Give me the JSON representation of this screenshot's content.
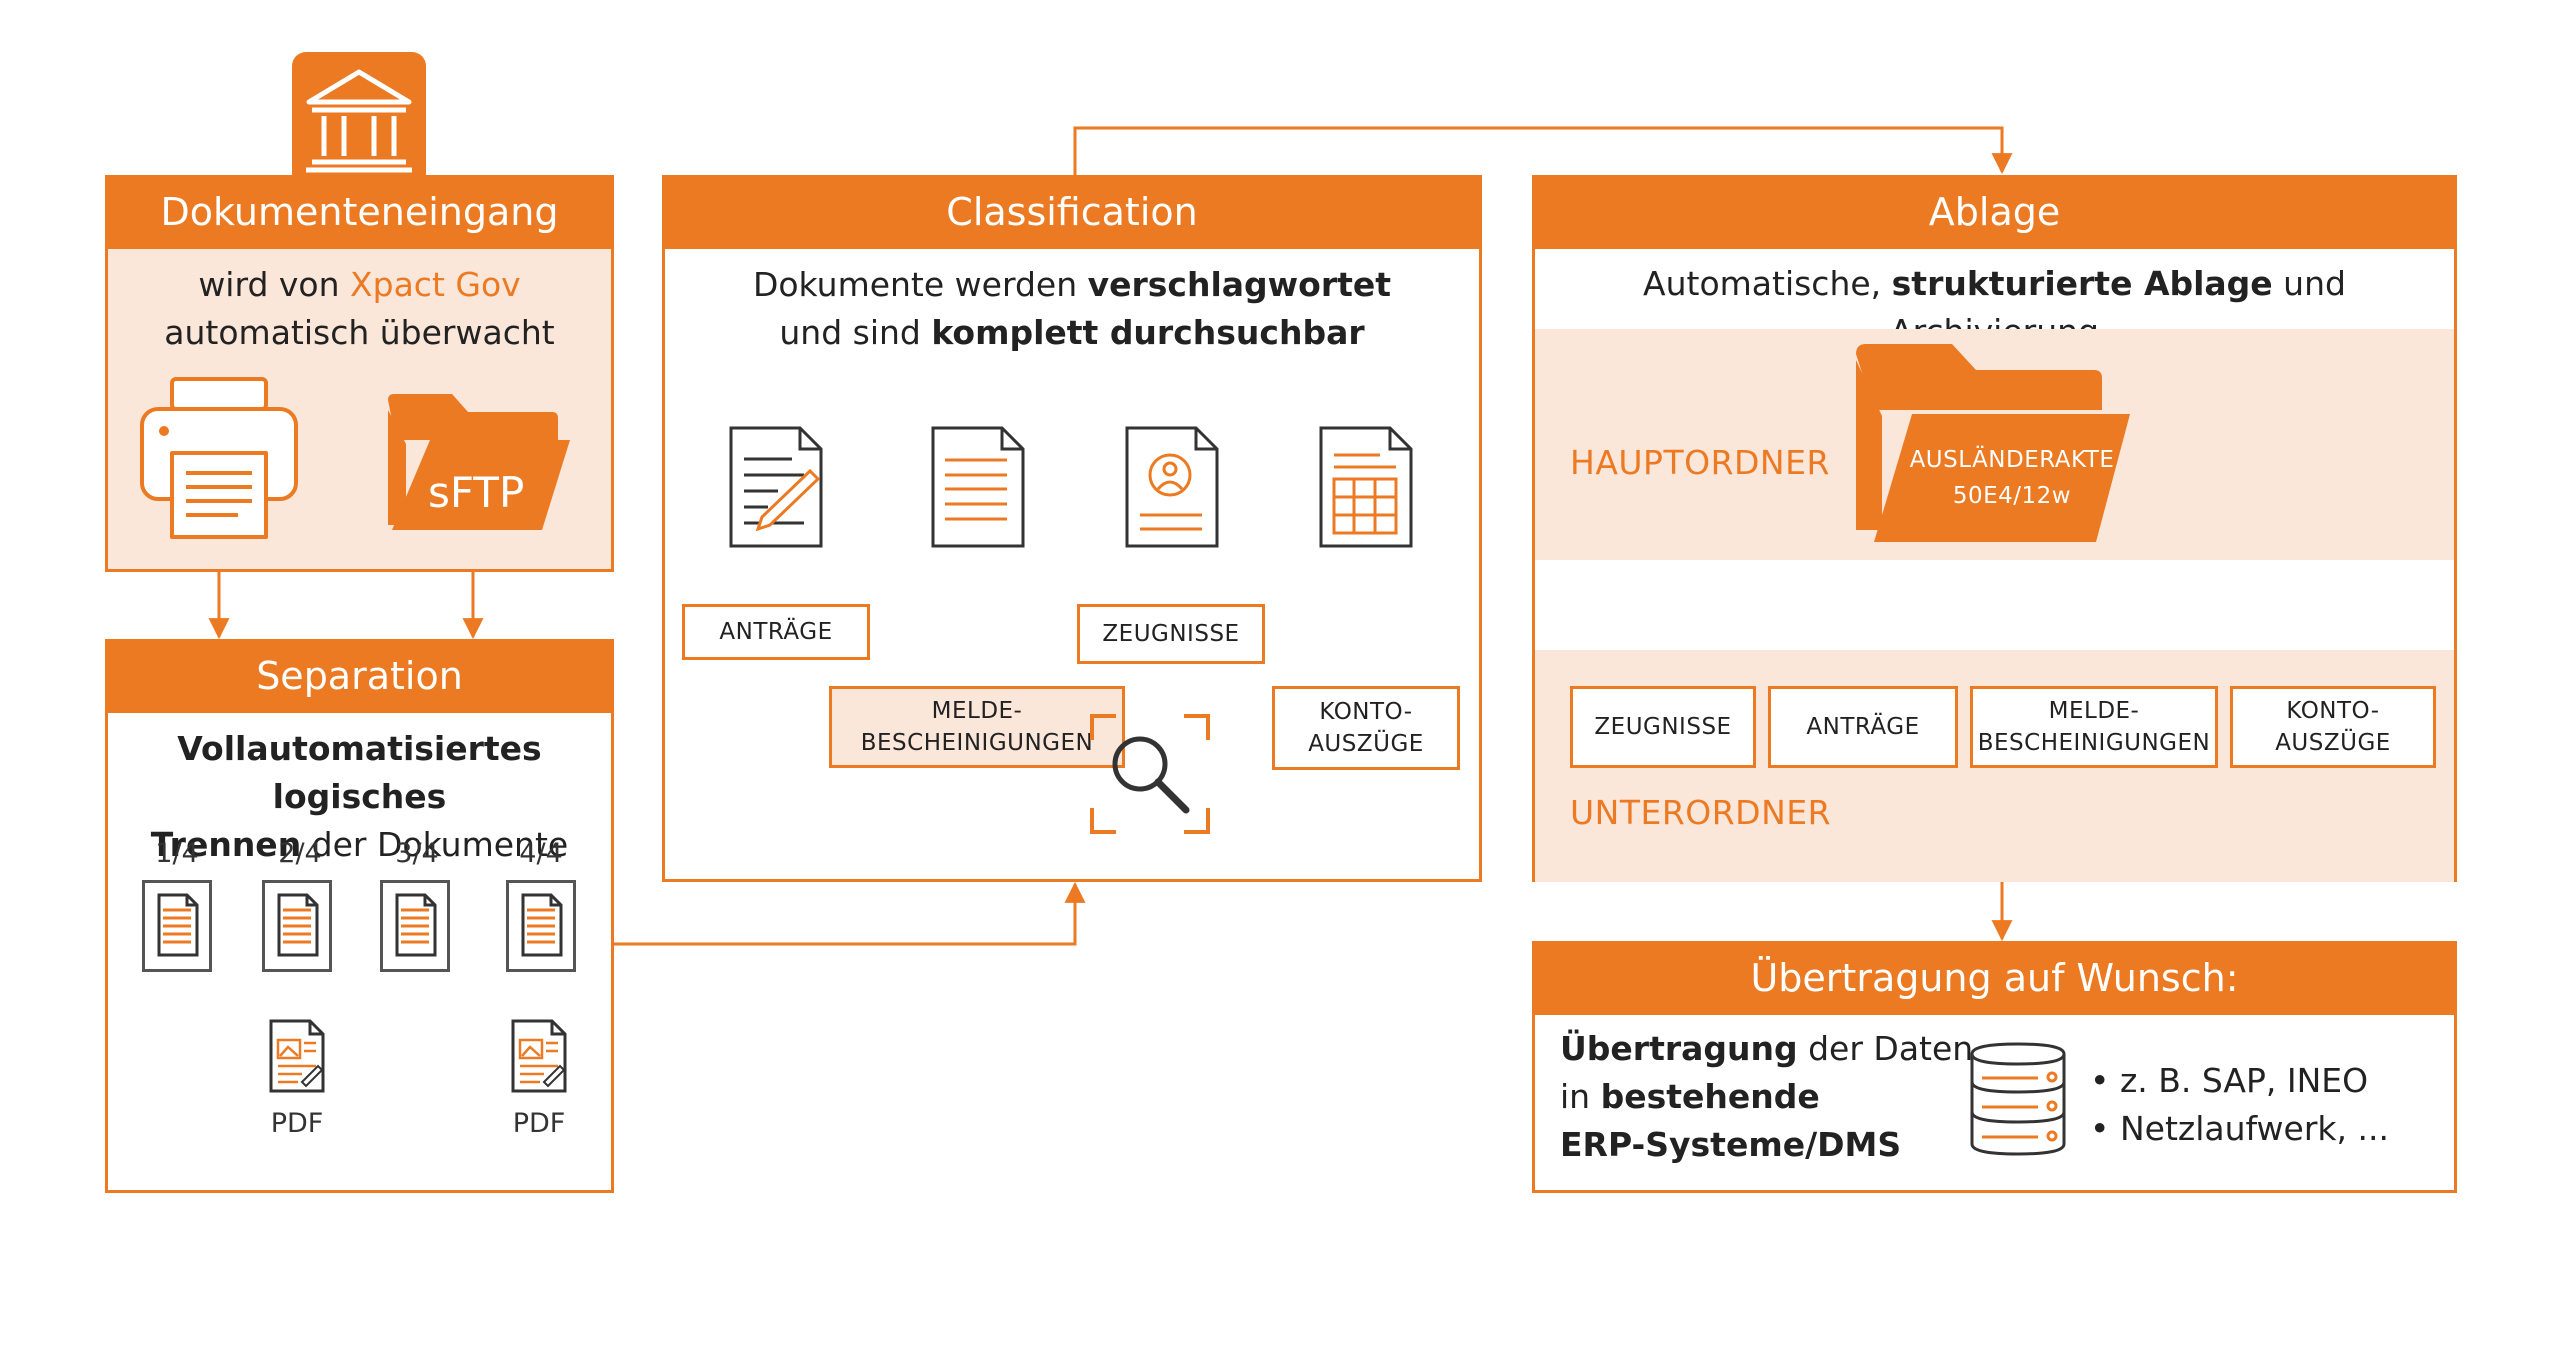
{
  "eingang": {
    "title": "Dokumenteneingang",
    "line1_pre": "wird von ",
    "line1_brand": "Xpact Gov",
    "line2": "automatisch überwacht",
    "sftp_label": "sFTP"
  },
  "separation": {
    "title": "Separation",
    "line1": "Vollautomatisiertes logisches",
    "line2_bold": "Trennen",
    "line2_rest": " der Dokumente",
    "fractions": [
      "1/4",
      "2/4",
      "3/4",
      "4/4"
    ],
    "pdf_labels": [
      "PDF",
      "PDF"
    ]
  },
  "classification": {
    "title": "Classification",
    "line1_pre": "Dokumente werden ",
    "line1_bold": "verschlagwortet",
    "line2_pre": "und sind ",
    "line2_bold": "komplett durchsuchbar",
    "labels": {
      "antraege": "ANTRÄGE",
      "melde_1": "MELDE-",
      "melde_2": "BESCHEINIGUNGEN",
      "zeugnisse": "ZEUGNISSE",
      "konto_1": "KONTO-",
      "konto_2": "AUSZÜGE"
    }
  },
  "ablage": {
    "title": "Ablage",
    "line_pre": "Automatische, ",
    "line_bold": "strukturierte Ablage",
    "line_post": " und Archivierung",
    "hauptordner": "HAUPTORDNER",
    "unterordner": "UNTERORDNER",
    "folder_line1": "AUSLÄNDERAKTE",
    "folder_line2": "50E4/12w",
    "subfolders": {
      "zeugnisse": "ZEUGNISSE",
      "antraege": "ANTRÄGE",
      "melde_1": "MELDE-",
      "melde_2": "BESCHEINIGUNGEN",
      "konto_1": "KONTO-",
      "konto_2": "AUSZÜGE"
    }
  },
  "uebertragung": {
    "title": "Übertragung auf Wunsch:",
    "l1_bold": "Übertragung",
    "l1_rest": " der Daten",
    "l2_pre": "in ",
    "l2_bold": "bestehende",
    "l3_bold": "ERP-Systeme/DMS",
    "bullet1": "• z. B. SAP, INEO",
    "bullet2": "• Netzlaufwerk, ..."
  },
  "icons": [
    "bank-icon",
    "printer-icon",
    "sftp-folder-icon",
    "document-icon",
    "pdf-icon",
    "magnifier-icon",
    "folder-icon",
    "database-icon"
  ],
  "colors": {
    "accent": "#ec7a23",
    "tint": "#fbe6da",
    "line": "#555555"
  }
}
